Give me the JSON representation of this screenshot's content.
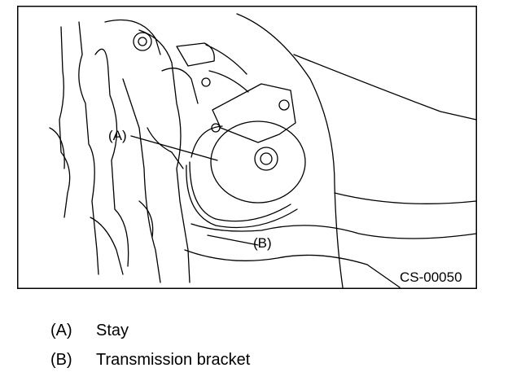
{
  "figure": {
    "id": "CS-00050",
    "callouts": {
      "a": "(A)",
      "b": "(B)"
    }
  },
  "legend": [
    {
      "key": "(A)",
      "label": "Stay"
    },
    {
      "key": "(B)",
      "label": "Transmission bracket"
    }
  ]
}
